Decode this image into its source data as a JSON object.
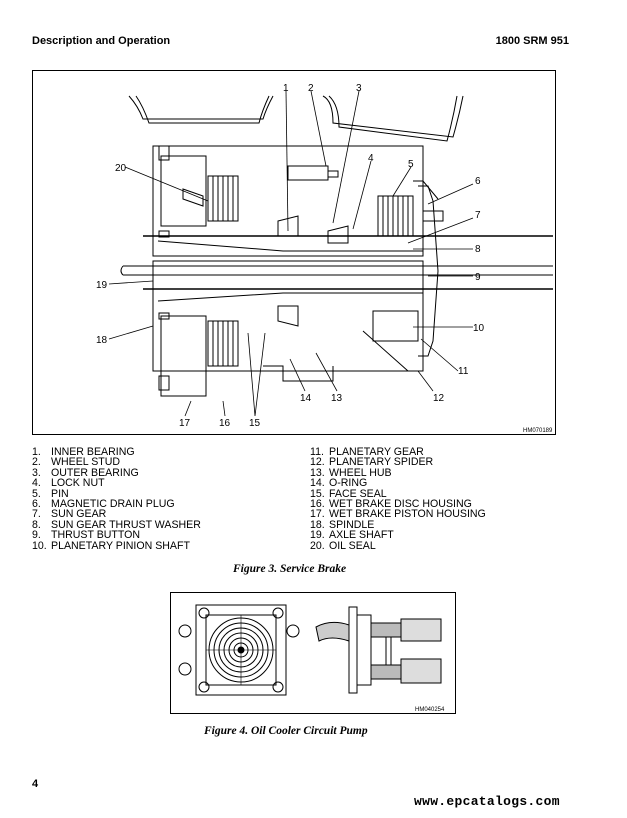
{
  "header": {
    "section": "Description and Operation",
    "manual": "1800 SRM 951"
  },
  "figure3": {
    "caption": "Figure 3.  Service Brake",
    "code": "HM070189",
    "callouts": [
      "1",
      "2",
      "3",
      "4",
      "5",
      "6",
      "7",
      "8",
      "9",
      "10",
      "11",
      "12",
      "13",
      "14",
      "15",
      "16",
      "17",
      "18",
      "19",
      "20"
    ],
    "legend_left": [
      {
        "num": "1.",
        "label": "INNER BEARING"
      },
      {
        "num": "2.",
        "label": "WHEEL STUD"
      },
      {
        "num": "3.",
        "label": "OUTER BEARING"
      },
      {
        "num": "4.",
        "label": "LOCK NUT"
      },
      {
        "num": "5.",
        "label": "PIN"
      },
      {
        "num": "6.",
        "label": "MAGNETIC DRAIN PLUG"
      },
      {
        "num": "7.",
        "label": "SUN GEAR"
      },
      {
        "num": "8.",
        "label": "SUN GEAR THRUST WASHER"
      },
      {
        "num": "9.",
        "label": "THRUST BUTTON"
      },
      {
        "num": "10.",
        "label": "PLANETARY PINION SHAFT"
      }
    ],
    "legend_right": [
      {
        "num": "11.",
        "label": "PLANETARY GEAR"
      },
      {
        "num": "12.",
        "label": "PLANETARY SPIDER"
      },
      {
        "num": "13.",
        "label": "WHEEL HUB"
      },
      {
        "num": "14.",
        "label": "O-RING"
      },
      {
        "num": "15.",
        "label": "FACE SEAL"
      },
      {
        "num": "16.",
        "label": "WET BRAKE DISC HOUSING"
      },
      {
        "num": "17.",
        "label": "WET BRAKE PISTON HOUSING"
      },
      {
        "num": "18.",
        "label": "SPINDLE"
      },
      {
        "num": "19.",
        "label": "AXLE SHAFT"
      },
      {
        "num": "20.",
        "label": "OIL SEAL"
      }
    ]
  },
  "figure4": {
    "caption": "Figure 4.  Oil Cooler Circuit Pump",
    "code": "HM040254"
  },
  "footer": {
    "page_number": "4",
    "watermark": "www.epcatalogs.com"
  }
}
